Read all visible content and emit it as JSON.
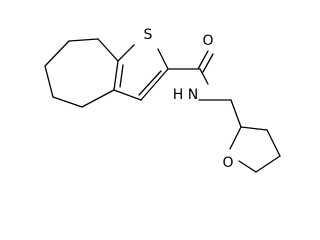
{
  "molecule": {
    "atoms": {
      "sulfur": "S",
      "carbonyl_oxygen": "O",
      "amide_nitrogen": "N",
      "amide_hydrogen": "H",
      "ring_oxygen": "O"
    },
    "colors": {
      "bond": "#000000",
      "label": "#000000",
      "background": "#ffffff"
    }
  }
}
